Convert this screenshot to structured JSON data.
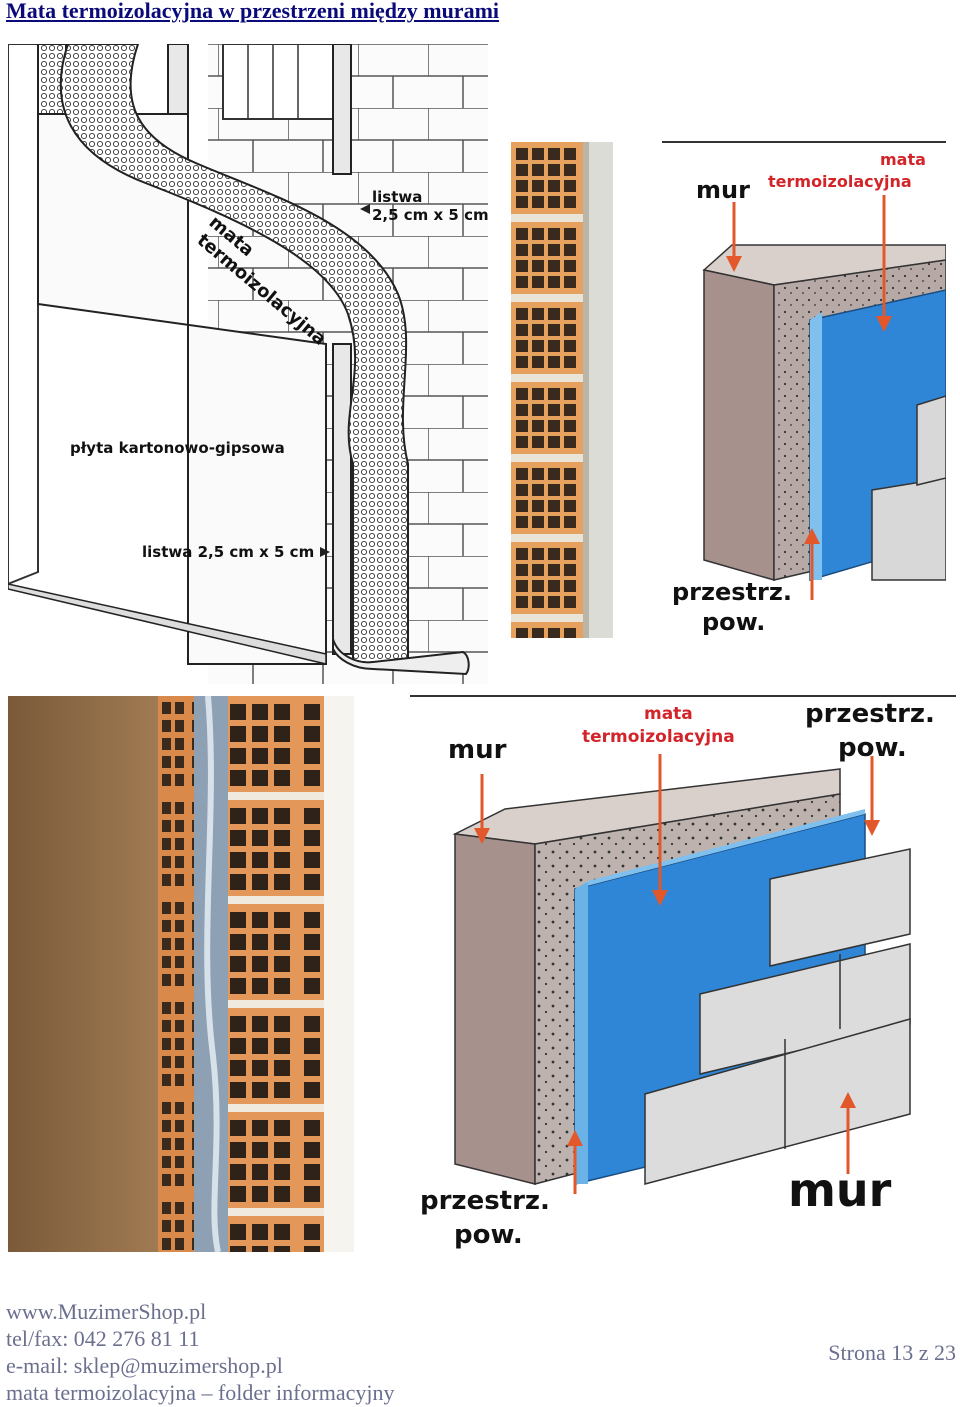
{
  "title": "Mata termoizolacyjna w przestrzeni między murami",
  "figures": {
    "drywall": {
      "label_batten_top": [
        "listwa",
        "2,5 cm x 5 cm"
      ],
      "label_mat": [
        "mata",
        "termoizolacyjna"
      ],
      "label_board": "płyta kartonowo-gipsowa",
      "label_batten_bottom": "listwa 2,5 cm x 5 cm"
    },
    "section_top": {
      "wall": "mur",
      "mat": [
        "mata",
        "termoizolacyjna"
      ],
      "air_gap": [
        "przestrz.",
        "pow."
      ]
    },
    "section_bottom": {
      "wall_left": "mur",
      "mat": [
        "mata",
        "termoizolacyjna"
      ],
      "air_gap_top": [
        "przestrz.",
        "pow."
      ],
      "air_gap_bottom": [
        "przestrz.",
        "pow."
      ],
      "wall_right": "mur"
    }
  },
  "footer": {
    "website": "www.MuzimerShop.pl",
    "phone": "tel/fax: 042 276 81 11",
    "email": "e-mail: sklep@muzimershop.pl",
    "doc": "mata termoizolacyjna – folder informacyjny"
  },
  "page": "Strona 13 z 23",
  "colors": {
    "title": "#0a0a7a",
    "footer": "#6b6f8e",
    "arrow": "#e2582a",
    "mat_blue": "#2f86d6",
    "brick": "#d98a4a"
  }
}
